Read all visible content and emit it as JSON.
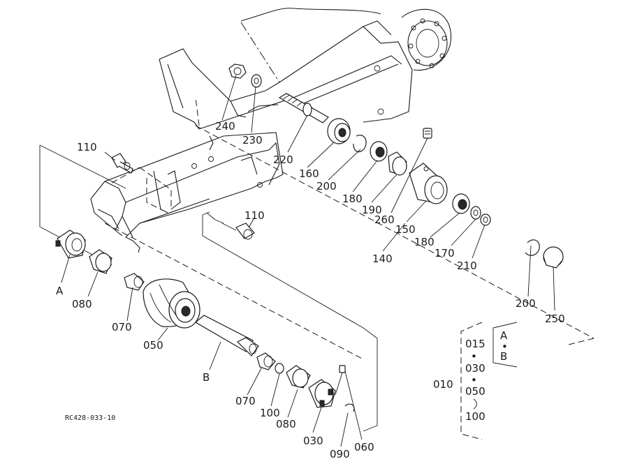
{
  "drawing_code": "RC428-033-10",
  "callouts": {
    "p010": "010",
    "p015": "015",
    "p030": "030",
    "p030b": "030",
    "p050": "050",
    "p050b": "050",
    "p060": "060",
    "p070a": "070",
    "p070b": "070",
    "p080a": "080",
    "p080b": "080",
    "p090": "090",
    "p100": "100",
    "p100b": "100",
    "p110a": "110",
    "p110b": "110",
    "p140": "140",
    "p150": "150",
    "p160": "160",
    "p170": "170",
    "p180a": "180",
    "p180b": "180",
    "p190": "190",
    "p200a": "200",
    "p200b": "200",
    "p210": "210",
    "p220": "220",
    "p230": "230",
    "p240": "240",
    "p250": "250",
    "p260": "260"
  },
  "markers": {
    "A": "A",
    "B": "B",
    "A2": "A",
    "B2": "B",
    "dot": "•"
  }
}
